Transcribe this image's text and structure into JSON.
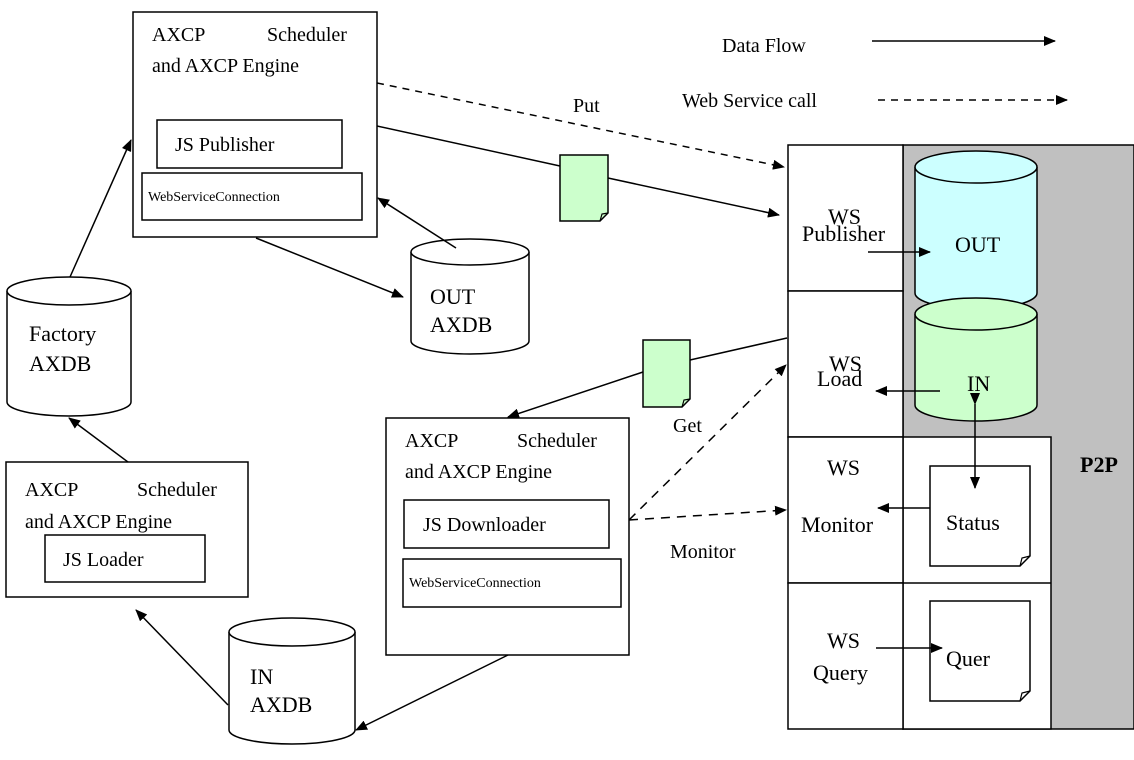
{
  "legend": {
    "data_flow": "Data Flow",
    "ws_call": "Web Service call"
  },
  "top_engine": {
    "line1a": "AXCP",
    "line1b": "Scheduler",
    "line2": "and AXCP Engine",
    "component": "JS Publisher",
    "connection": "WebServiceConnection"
  },
  "left_engine": {
    "line1a": "AXCP",
    "line1b": "Scheduler",
    "line2": "and AXCP Engine",
    "component": "JS Loader"
  },
  "middle_engine": {
    "line1a": "AXCP",
    "line1b": "Scheduler",
    "line2": "and AXCP Engine",
    "component": "JS Downloader",
    "connection": "WebServiceConnection"
  },
  "databases": {
    "factory": [
      "Factory",
      "AXDB"
    ],
    "out_axdb": [
      "OUT",
      "AXDB"
    ],
    "in_axdb": [
      "IN",
      "AXDB"
    ],
    "p2p_out": "OUT",
    "p2p_in": "IN"
  },
  "services": {
    "publisher": [
      "WS",
      "Publisher"
    ],
    "load": [
      "WS",
      "Load"
    ],
    "monitor": [
      "WS",
      "Monitor"
    ],
    "query": [
      "WS",
      "Query"
    ]
  },
  "docs": {
    "status": "Status",
    "query": "Quer"
  },
  "edge_labels": {
    "put": "Put",
    "get": "Get",
    "monitor": "Monitor"
  },
  "p2p_label": "P2P",
  "colors": {
    "p2p_fill": "#c0c0c0",
    "out_db_fill": "#ccffff",
    "in_db_fill": "#ccffcc",
    "doc_fill": "#ccffcc"
  }
}
